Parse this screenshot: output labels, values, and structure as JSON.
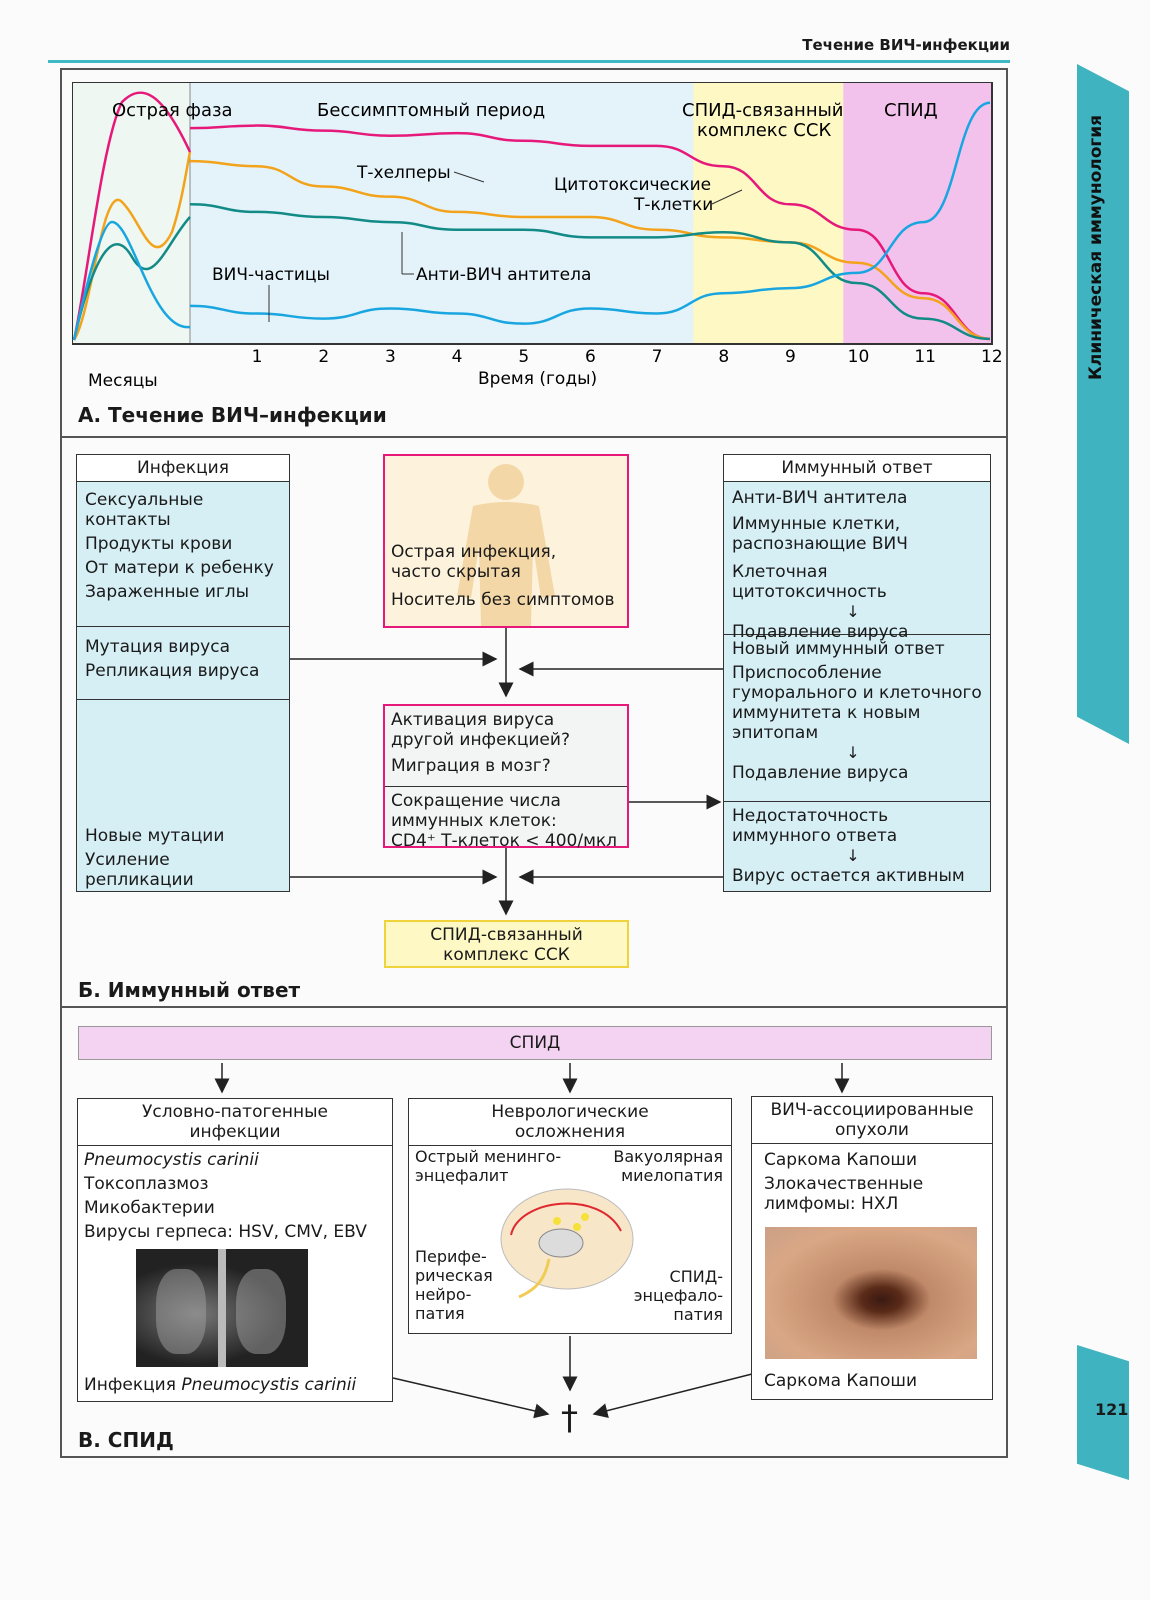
{
  "header": {
    "title": "Течение ВИЧ-инфекции"
  },
  "side_tab": {
    "label": "Клиническая иммунология"
  },
  "page_number": "121",
  "section_a": {
    "title": "А. Течение ВИЧ–инфекции",
    "phase_acute": "Острая фаза",
    "phase_asymptomatic": "Бессимптомный период",
    "phase_arc_line1": "СПИД-связанный",
    "phase_arc_line2": "комплекс ССК",
    "phase_aids": "СПИД",
    "label_thelpers": "Т-хелперы",
    "label_ctl_line1": "Цитотоксические",
    "label_ctl_line2": "Т-клетки",
    "label_virus": "ВИЧ-частицы",
    "label_antibodies": "Анти-ВИЧ антитела",
    "x_left_label": "Месяцы",
    "x_label": "Время (годы)",
    "colors": {
      "thelpers": "#e6197a",
      "ctl": "#f2a31b",
      "antibodies": "#128a86",
      "virus": "#19a6e0",
      "arc_band": "#fdf8c4",
      "aids_band": "#f3c2ec"
    }
  },
  "chart_data": {
    "type": "line",
    "xlabel": "Время (годы)",
    "x_ticks": [
      "1",
      "2",
      "3",
      "4",
      "5",
      "6",
      "7",
      "8",
      "9",
      "10",
      "11",
      "12"
    ],
    "xlim": [
      0,
      12
    ],
    "series": [
      {
        "name": "Т-хелперы",
        "x": [
          0,
          1,
          2,
          3,
          4,
          5,
          6,
          7,
          8,
          9,
          10,
          11,
          12
        ],
        "y": [
          85,
          86,
          84,
          82,
          83,
          80,
          78,
          78,
          70,
          55,
          45,
          20,
          2
        ]
      },
      {
        "name": "Цитотоксические Т-клетки",
        "x": [
          0,
          1,
          2,
          3,
          4,
          5,
          6,
          7,
          8,
          9,
          10,
          11,
          12
        ],
        "y": [
          72,
          70,
          62,
          58,
          52,
          50,
          50,
          45,
          42,
          40,
          32,
          18,
          2
        ]
      },
      {
        "name": "Анти-ВИЧ антитела",
        "x": [
          0,
          1,
          2,
          3,
          4,
          5,
          6,
          7,
          8,
          9,
          10,
          11,
          12
        ],
        "y": [
          55,
          52,
          50,
          48,
          45,
          45,
          42,
          42,
          44,
          40,
          24,
          10,
          2
        ]
      },
      {
        "name": "ВИЧ-частицы",
        "x": [
          0,
          1,
          2,
          3,
          4,
          5,
          6,
          7,
          8,
          9,
          10,
          11,
          12
        ],
        "y": [
          15,
          12,
          10,
          14,
          12,
          8,
          14,
          12,
          20,
          22,
          28,
          48,
          95
        ]
      }
    ]
  },
  "section_b": {
    "title": "Б. Иммунный ответ",
    "infection_header": "Инфекция",
    "infection_items": [
      "Сексуальные",
      "контакты",
      "Продукты крови",
      "От матери к ребенку",
      "Зараженные иглы"
    ],
    "mutation_items": [
      "Мутация вируса",
      "Репликация вируса"
    ],
    "new_mut_items": [
      "Новые мутации",
      "Усиление",
      "репликации"
    ],
    "center_top_items": [
      "Острая инфекция,",
      "часто скрытая",
      "Носитель без симптомов"
    ],
    "center_mid_items": [
      "Активация вируса",
      "другой инфекцией?",
      "Миграция в мозг?"
    ],
    "center_mid2_items": [
      "Сокращение числа",
      "иммунных клеток:",
      "CD4⁺ Т-клеток < 400/мкл"
    ],
    "arc_items": [
      "СПИД-связанный",
      "комплекс ССК"
    ],
    "immune_header": "Иммунный ответ",
    "immune_items1": [
      "Анти-ВИЧ антитела",
      "Иммунные клетки,",
      "распознающие ВИЧ",
      "Клеточная цитотоксичность",
      "Подавление вируса"
    ],
    "immune_items2": [
      "Новый иммунный ответ",
      "Приспособление",
      "гуморального и клеточного",
      "иммунитета к новым",
      "эпитопам",
      "Подавление вируса"
    ],
    "immune_items3": [
      "Недостаточность",
      "иммунного ответа",
      "Вирус остается активным"
    ]
  },
  "section_c": {
    "title": "В. СПИД",
    "aids_bar": "СПИД",
    "opp_header": [
      "Условно-патогенные",
      "инфекции"
    ],
    "opp_items": [
      "Pneumocystis carinii",
      "Токсоплазмоз",
      "Микобактерии",
      "Вирусы герпеса: HSV, CMV, EBV"
    ],
    "opp_caption_prefix": "Инфекция ",
    "opp_caption_italic": "Pneumocystis carinii",
    "neuro_header": [
      "Неврологические",
      "осложнения"
    ],
    "neuro_labels": [
      "Острый менинго-",
      "энцефалит",
      "Вакуолярная",
      "миелопатия",
      "Перифе-",
      "рическая",
      "нейро-",
      "патия",
      "СПИД-",
      "энцефало-",
      "патия"
    ],
    "tumor_header": [
      "ВИЧ-ассоциированные",
      "опухоли"
    ],
    "tumor_items": [
      "Саркома Капоши",
      "Злокачественные",
      "лимфомы: НХЛ"
    ],
    "tumor_caption": "Саркома Капоши",
    "death_symbol": "†"
  }
}
